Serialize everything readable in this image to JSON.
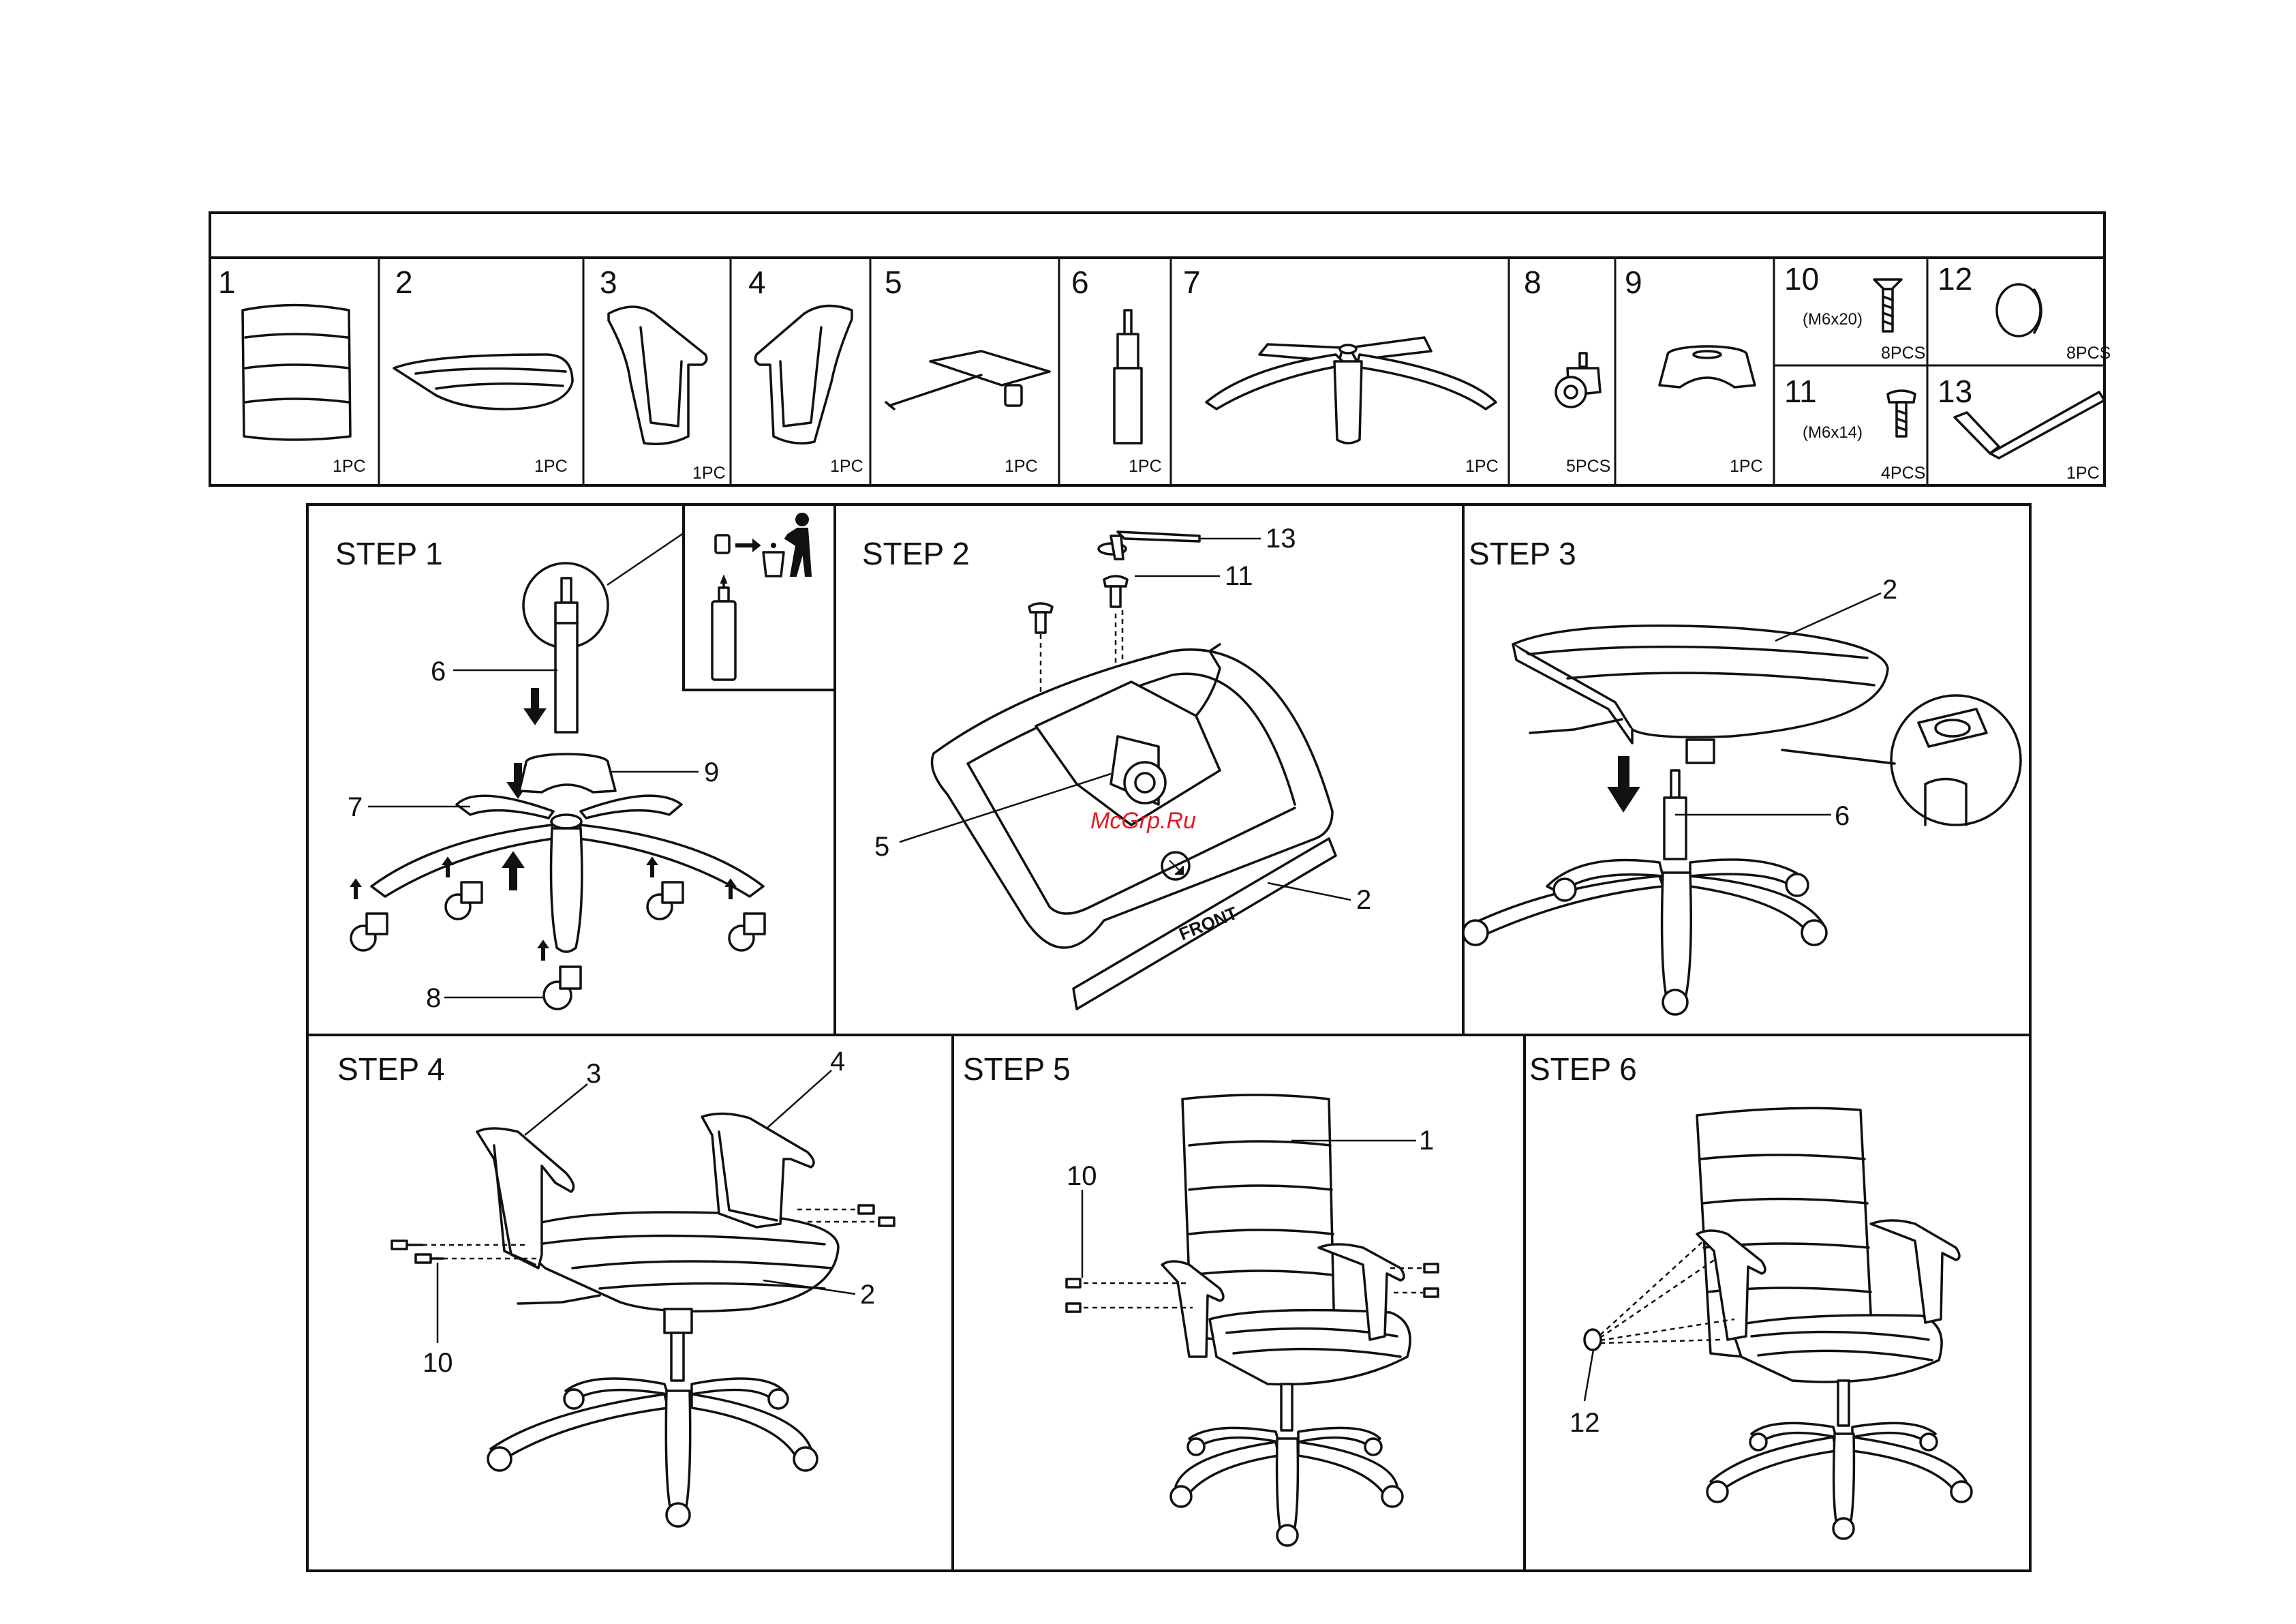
{
  "parts": [
    {
      "num": "1",
      "qty": "1PC",
      "spec": ""
    },
    {
      "num": "2",
      "qty": "1PC",
      "spec": ""
    },
    {
      "num": "3",
      "qty": "1PC",
      "spec": ""
    },
    {
      "num": "4",
      "qty": "1PC",
      "spec": ""
    },
    {
      "num": "5",
      "qty": "1PC",
      "spec": ""
    },
    {
      "num": "6",
      "qty": "1PC",
      "spec": ""
    },
    {
      "num": "7",
      "qty": "1PC",
      "spec": ""
    },
    {
      "num": "8",
      "qty": "5PCS",
      "spec": ""
    },
    {
      "num": "9",
      "qty": "1PC",
      "spec": ""
    },
    {
      "num": "10",
      "qty": "8PCS",
      "spec": "(M6x20)"
    },
    {
      "num": "12",
      "qty": "8PCS",
      "spec": ""
    },
    {
      "num": "11",
      "qty": "4PCS",
      "spec": "(M6x14)"
    },
    {
      "num": "13",
      "qty": "1PC",
      "spec": ""
    }
  ],
  "steps": [
    {
      "title": "STEP 1",
      "callouts": [
        "6",
        "9",
        "7",
        "8"
      ]
    },
    {
      "title": "STEP 2",
      "callouts": [
        "13",
        "11",
        "5",
        "2"
      ],
      "front_label": "FRONT"
    },
    {
      "title": "STEP 3",
      "callouts": [
        "2",
        "6"
      ]
    },
    {
      "title": "STEP 4",
      "callouts": [
        "3",
        "4",
        "2",
        "10"
      ]
    },
    {
      "title": "STEP 5",
      "callouts": [
        "1",
        "10"
      ]
    },
    {
      "title": "STEP 6",
      "callouts": [
        "12"
      ]
    }
  ],
  "watermark": "McGrp.Ru"
}
